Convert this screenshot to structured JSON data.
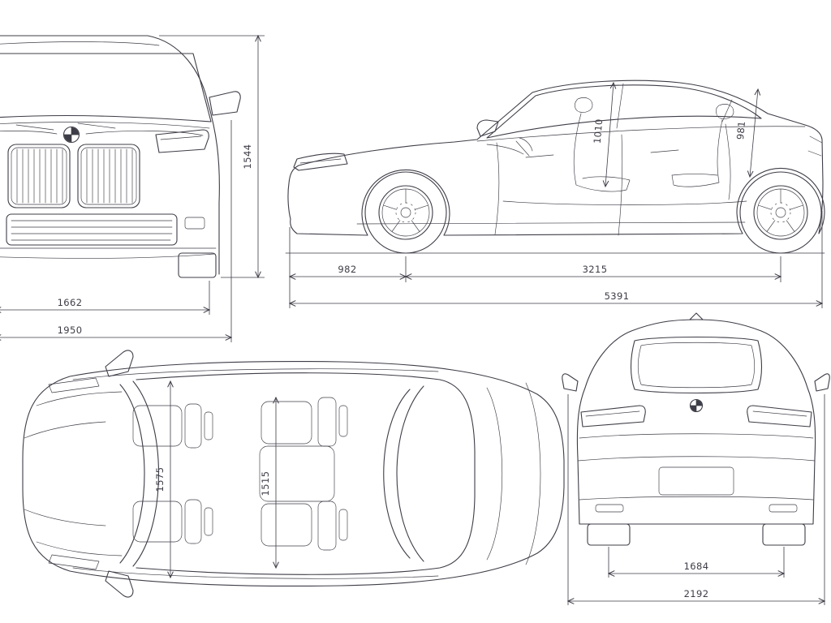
{
  "theme": {
    "bg_color": "#ffffff",
    "line_color": "#3d3d47",
    "label_color": "#3d3d47"
  },
  "icons": {
    "brand_logo": "bmw-roundel"
  },
  "dimensions": {
    "front_height": "1544",
    "front_lower_width": "1662",
    "front_overall_width": "1950",
    "side_front_headroom": "1010",
    "side_rear_headroom": "981",
    "side_front_overhang": "982",
    "side_wheelbase": "3215",
    "side_overall_length": "5391",
    "top_front_interior_width": "1575",
    "top_rear_interior_width": "1515",
    "rear_track_width": "1684",
    "rear_overall_width": "2192"
  }
}
